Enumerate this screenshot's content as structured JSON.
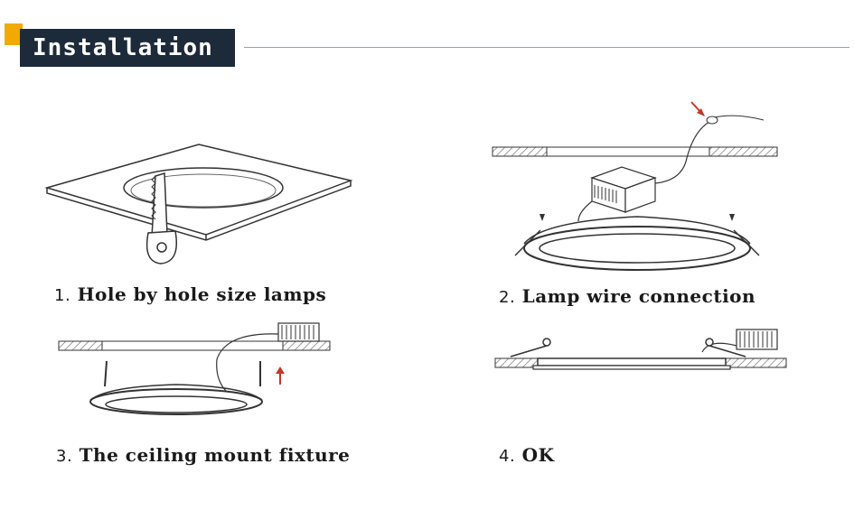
{
  "header": {
    "title": "Installation",
    "accent_color": "#f2a900",
    "title_bg": "#1d2a3a"
  },
  "steps": [
    {
      "number": "1.",
      "label": "Hole by hole size lamps"
    },
    {
      "number": "2.",
      "label": "Lamp wire connection"
    },
    {
      "number": "3.",
      "label": "The ceiling mount fixture"
    },
    {
      "number": "4.",
      "label": "OK"
    }
  ],
  "icons": [
    "saw-icon",
    "driver-box-icon",
    "arrow-up-icon",
    "arrow-down-icon"
  ]
}
